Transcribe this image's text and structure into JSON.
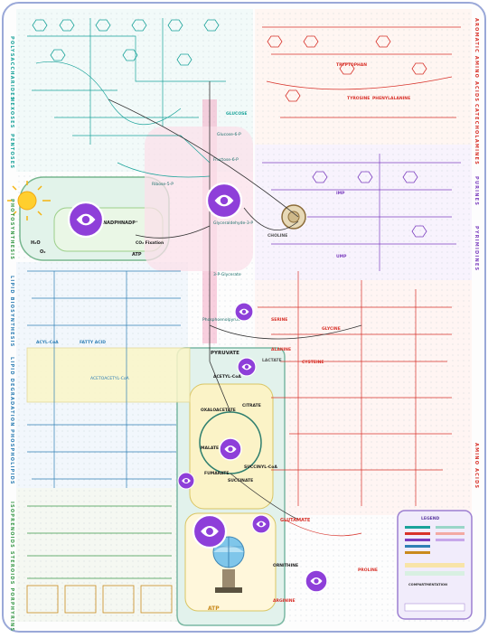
{
  "colors": {
    "carbohydrate": "#1aa39a",
    "amino_acid": "#d8322a",
    "nucleotide": "#7c3fbf",
    "lipid": "#2f7fb5",
    "cofactor": "#c98a1d",
    "hub_marker": "#8e3fd9",
    "border": "#9aa8d8"
  },
  "side_labels": {
    "left": [
      {
        "id": "polysaccharides",
        "text": "POLYSACCHARIDES"
      },
      {
        "id": "hexoses",
        "text": "HEXOSES"
      },
      {
        "id": "pentoses",
        "text": "PENTOSES"
      },
      {
        "id": "photosynthesis",
        "text": "PHOTOSYNTHESIS"
      },
      {
        "id": "lipid-biosynthesis",
        "text": "LIPID BIOSYNTHESIS"
      },
      {
        "id": "lipid-degradation",
        "text": "LIPID DEGRADATION"
      },
      {
        "id": "phospholipids",
        "text": "PHOSPHOLIPIDS"
      },
      {
        "id": "isoprenoids",
        "text": "ISOPRENOIDS STEROIDS PORPHYRINS"
      }
    ],
    "right": [
      {
        "id": "aromatic-amino-acids",
        "text": "AROMATIC AMINO ACIDS"
      },
      {
        "id": "catecholamines",
        "text": "CATECHOLAMINES"
      },
      {
        "id": "purines",
        "text": "PURINES"
      },
      {
        "id": "pyrimidines",
        "text": "PYRIMIDINES"
      },
      {
        "id": "amino-acids",
        "text": "AMINO ACIDS"
      }
    ]
  },
  "nodes": {
    "nadph": "NADPH",
    "nadp": "NADP⁺",
    "co2_fixation": "CO₂ Fixation",
    "atp_photo": "ATP",
    "h2o": "H₂O",
    "o2": "O₂",
    "pyruvate": "PYRUVATE",
    "acetyl_coa": "ACETYL-CoA",
    "oxaloacetate": "OXALOACETATE",
    "citrate": "CITRATE",
    "malate": "MALATE",
    "fumarate": "FUMARATE",
    "succinate": "SUCCINATE",
    "succinyl_coa": "SUCCINYL-CoA",
    "glutamate": "GLUTAMATE",
    "ornithine": "ORNITHINE",
    "arginine": "ARGININE",
    "proline": "PROLINE",
    "atp_resp": "ATP",
    "glucose": "GLUCOSE",
    "fructose_6p": "Fructose-6-P",
    "tryptophan": "TRYPTOPHAN",
    "tyrosine": "TYROSINE",
    "phenylalanine": "PHENYLALANINE",
    "fatty_acid": "FATTY ACID",
    "acyl_coa": "ACYL-CoA",
    "lactate": "LACTATE",
    "alanine": "ALANINE",
    "serine": "SERINE",
    "cysteine": "CYSTEINE",
    "glycine": "GLYCINE",
    "glycerate_3p": "3-P-Glycerate",
    "pep": "Phosphoenolpyruvate",
    "glyceraldehyde_3p": "Glyceraldehyde-3-P",
    "ribose_5p": "Ribose-5-P",
    "glucose_6p": "Glucose-6-P",
    "imp": "IMP",
    "ump": "UMP",
    "choline": "CHOLINE",
    "acetoacetyl_coa": "ACETOACETYL-CoA",
    "legend_title": "LEGEND",
    "compartmentation": "COMPARTMENTATION"
  },
  "hubs": [
    {
      "id": "hub-glycolysis"
    },
    {
      "id": "hub-photosynthesis"
    },
    {
      "id": "hub-serine"
    },
    {
      "id": "hub-pyruvate"
    },
    {
      "id": "hub-tca"
    },
    {
      "id": "hub-malate"
    },
    {
      "id": "hub-mitochondrion"
    },
    {
      "id": "hub-glutamate"
    },
    {
      "id": "hub-arginine"
    }
  ]
}
